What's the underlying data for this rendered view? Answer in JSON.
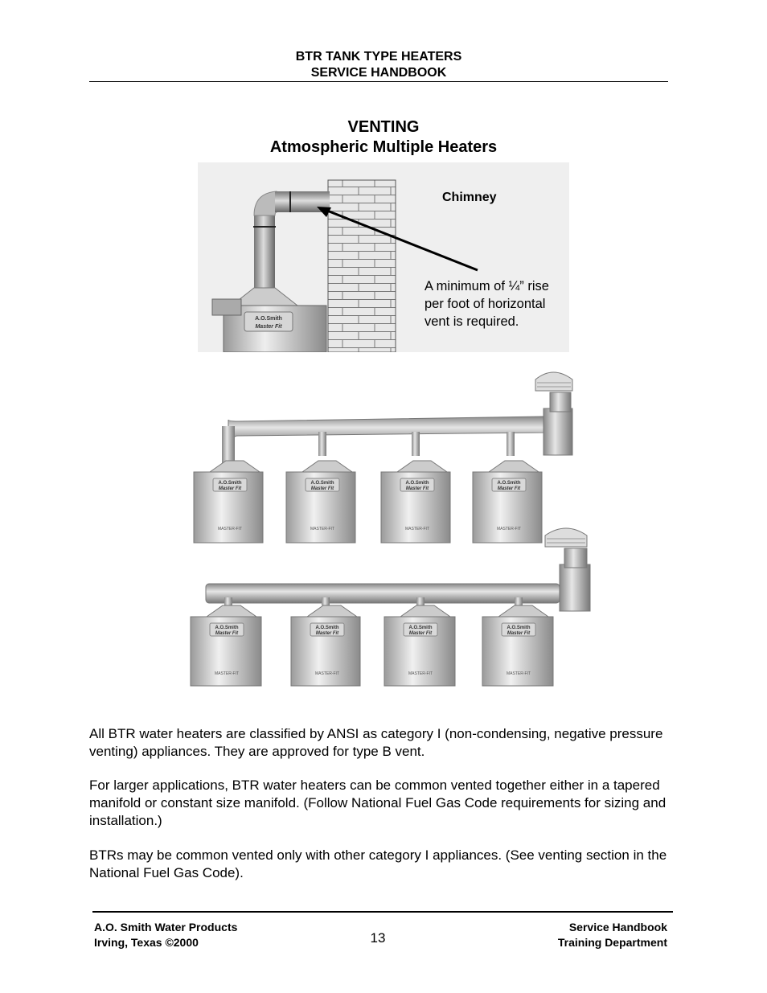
{
  "header": {
    "line1": "BTR TANK TYPE HEATERS",
    "line2": "SERVICE HANDBOOK"
  },
  "section": {
    "title": "VENTING",
    "subtitle": "Atmospheric Multiple Heaters"
  },
  "figure_top": {
    "chimney_label": "Chimney",
    "note_lines": [
      "A minimum of ¼” rise",
      "per foot of horizontal",
      "vent is required."
    ],
    "heater_brand": "A.O.Smith",
    "heater_model": "Master Fit"
  },
  "figures_bottom": {
    "heater_brand": "A.O.Smith",
    "heater_model": "Master Fit",
    "badge": "MASTER-FIT"
  },
  "body": {
    "p1": "All BTR water heaters are classified by ANSI as category I (non-condensing, negative pressure venting) appliances. They are approved for type B vent.",
    "p2": "For larger applications, BTR water heaters can be common vented together either in a tapered manifold or constant size manifold.  (Follow National Fuel Gas Code requirements for sizing and installation.)",
    "p3": "BTRs may be common vented only with other category I appliances.  (See venting section in the National Fuel Gas Code)."
  },
  "footer": {
    "left1": "A.O. Smith Water Products",
    "left2": "Irving, Texas ©2000",
    "page": "13",
    "right1": "Service Handbook",
    "right2": "Training Department"
  }
}
